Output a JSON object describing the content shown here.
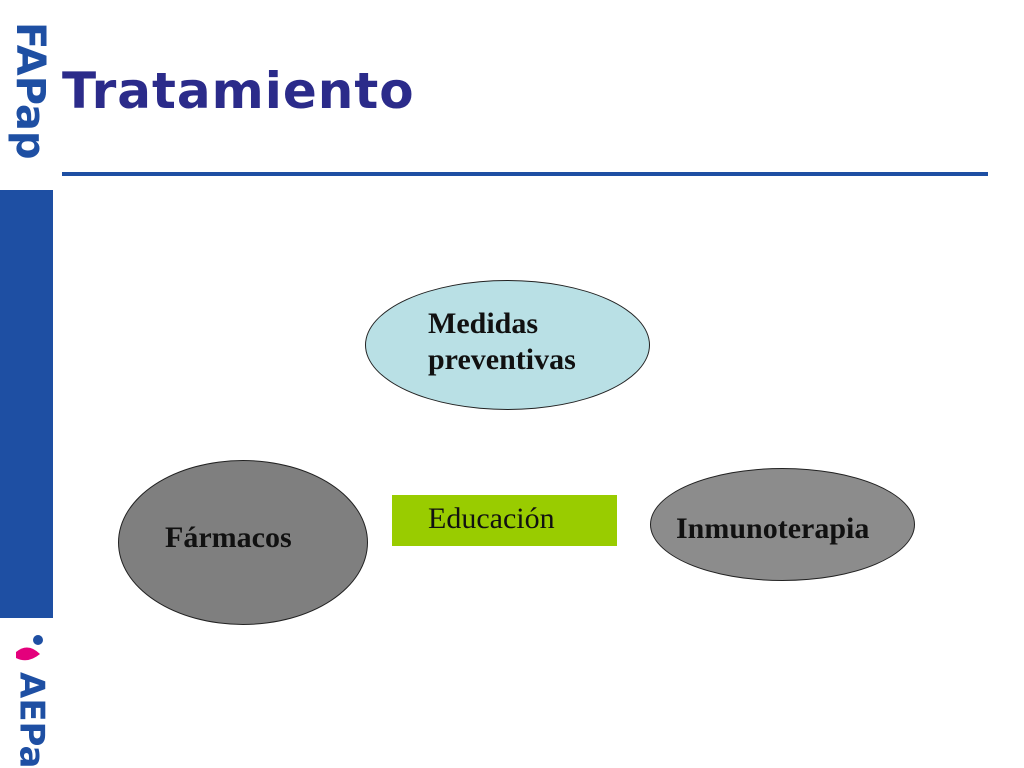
{
  "slide": {
    "title": "Tratamiento",
    "accent_color": "#1e4fa3",
    "title_color": "#2b2b8a"
  },
  "logos": {
    "top": {
      "text": "FAPap",
      "color": "#1e4fa3"
    },
    "bottom": {
      "text": "AEPap",
      "color": "#1e4fa3",
      "accent_color": "#e4007c"
    }
  },
  "diagram": {
    "preventivas": {
      "line1": "Medidas",
      "line2": "preventivas",
      "fill": "#b9e0e5"
    },
    "farmacos": {
      "label": "Fármacos",
      "fill": "#7f7f7f"
    },
    "inmunoterapia": {
      "label": "Inmunoterapia",
      "fill": "#8c8c8c"
    },
    "educacion": {
      "label": "Educación",
      "fill": "#99cc00"
    }
  }
}
